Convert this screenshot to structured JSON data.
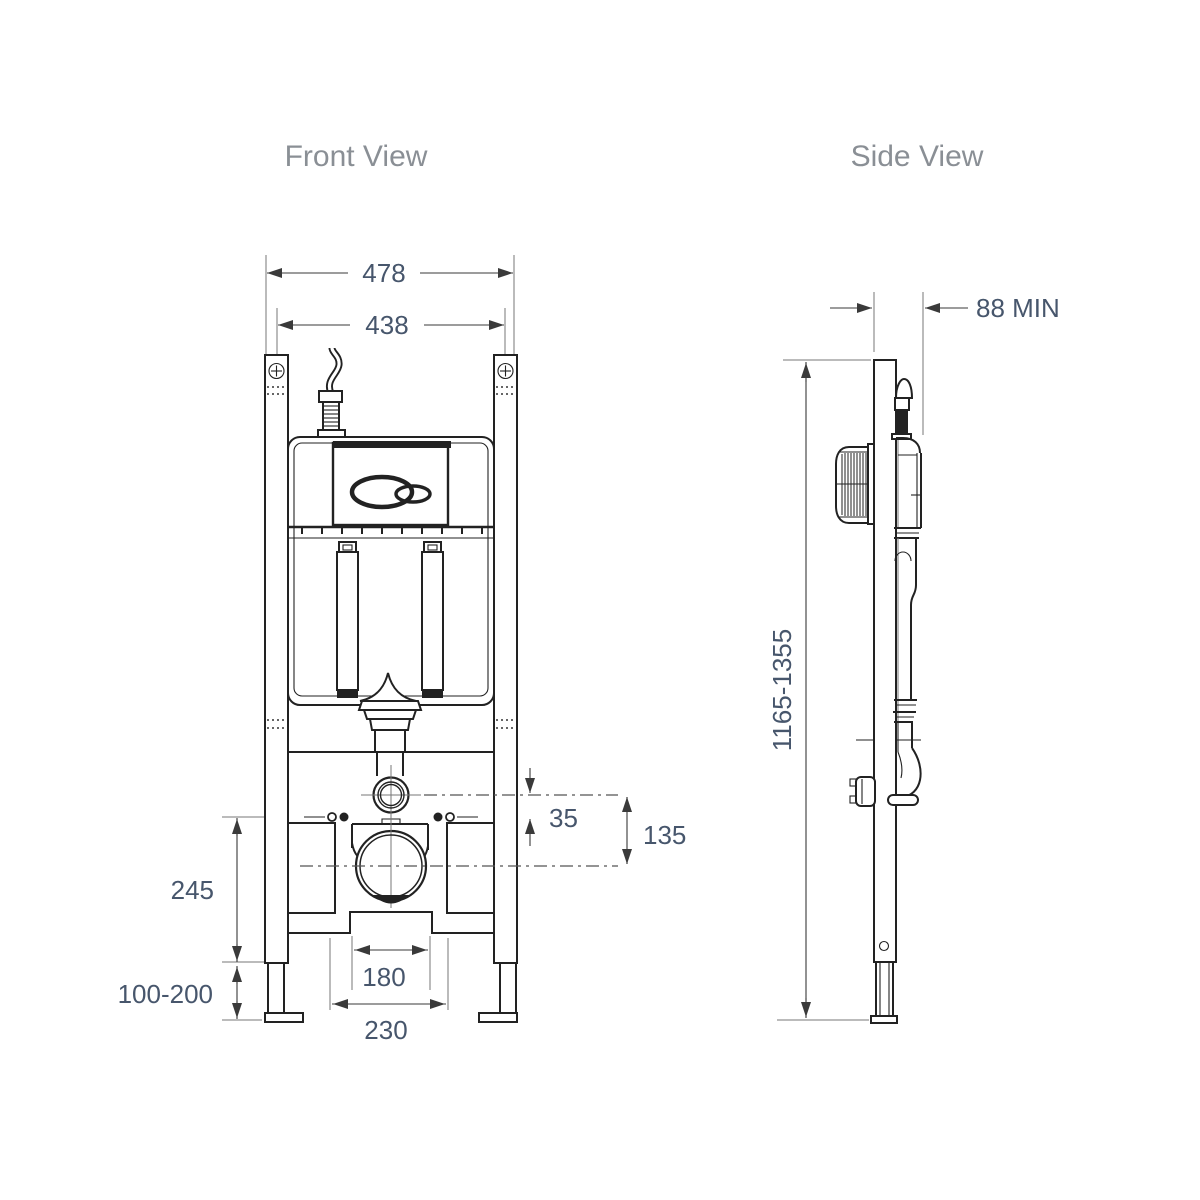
{
  "front_view": {
    "title": "Front View",
    "dims": {
      "overall_width": "478",
      "rail_centers_width": "438",
      "pipe_to_bolts_offset": "35",
      "pipe_to_outlet_offset": "135",
      "bracket_height": "245",
      "leg_adjustment_range": "100-200",
      "inner_spacing": "180",
      "outer_spacing": "230"
    }
  },
  "side_view": {
    "title": "Side View",
    "dims": {
      "min_depth": "88 MIN",
      "height_range": "1165-1355"
    }
  },
  "colors": {
    "drawing_line": "#222222",
    "dimension_line": "#3a3a3a",
    "dimension_text": "#47566c",
    "title_text": "#8a8f95",
    "background": "#ffffff"
  }
}
